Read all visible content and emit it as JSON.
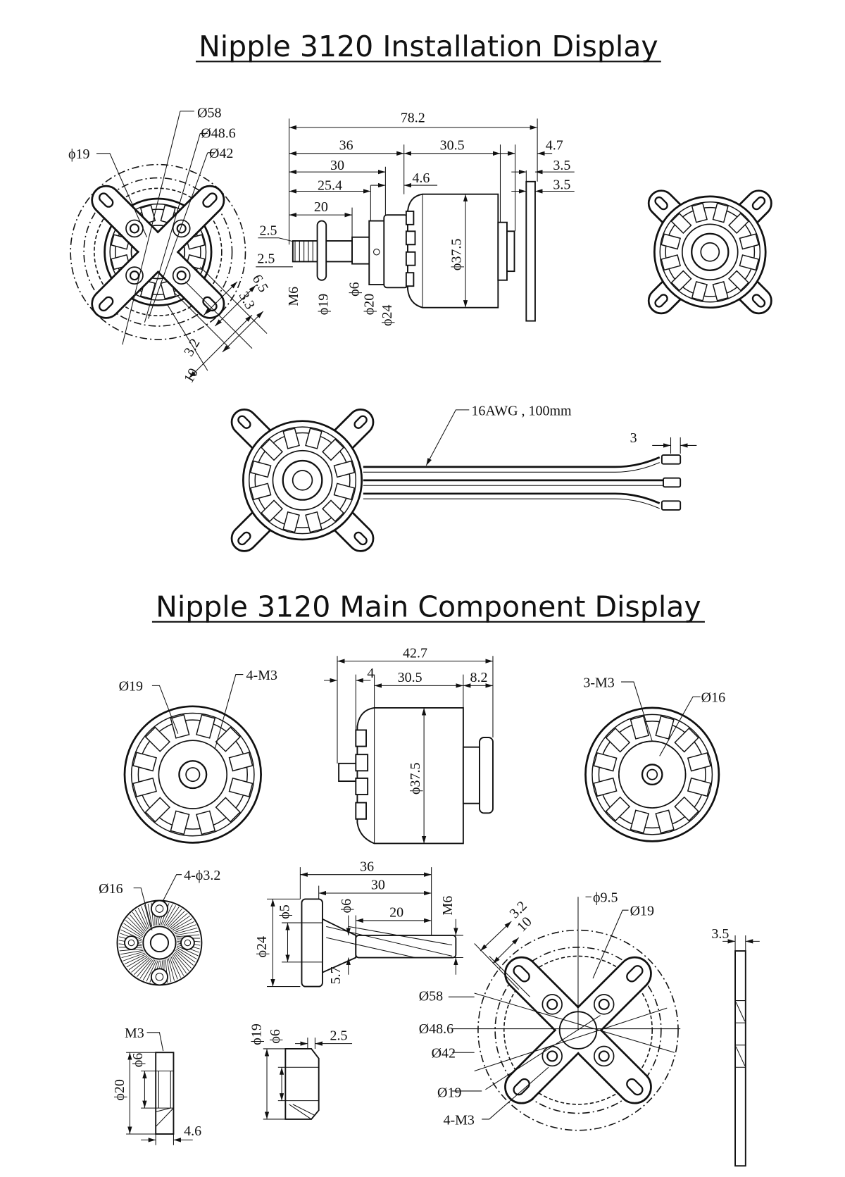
{
  "titles": {
    "installation": "Nipple 3120 Installation Display",
    "main_component": "Nipple 3120 Main Component Display"
  },
  "installation_front": {
    "d58": "Ø58",
    "d48_6": "Ø48.6",
    "d42": "Ø42",
    "d19": "ϕ19",
    "d2_5": "2.5",
    "d6_5": "6.5",
    "d3_3": "3.3",
    "d3_2": "3.2",
    "d10": "10"
  },
  "installation_side": {
    "l78_2": "78.2",
    "l36": "36",
    "l30_5": "30.5",
    "l4_7": "4.7",
    "l30": "30",
    "l3_5a": "3.5",
    "l25_4": "25.4",
    "l4_6": "4.6",
    "l3_5b": "3.5",
    "l20": "20",
    "l2_5": "2.5",
    "d37_5": "ϕ37.5",
    "m6": "M6",
    "d19": "ϕ19",
    "d6": "ϕ6",
    "d20": "ϕ20",
    "d24": "ϕ24"
  },
  "wire_view": {
    "wire": "16AWG , 100mm",
    "tip": "3"
  },
  "stator_front": {
    "d19": "Ø19",
    "m3": "4-M3"
  },
  "stator_side": {
    "l42_7": "42.7",
    "l4": "4",
    "l30_5": "30.5",
    "l8_2": "8.2",
    "d37_5": "ϕ37.5"
  },
  "stator_back": {
    "m3": "3-M3",
    "d16": "Ø16"
  },
  "prop_adapter": {
    "d16": "Ø16",
    "holes": "4-ϕ3.2"
  },
  "shaft": {
    "l36": "36",
    "l30": "30",
    "l20": "20",
    "m6": "M6",
    "d5": "ϕ5",
    "d6": "ϕ6",
    "d24": "ϕ24",
    "l5_7": "5.7"
  },
  "mount": {
    "l3_2": "3.2",
    "l10": "10",
    "d9_5": "ϕ9.5",
    "d19a": "Ø19",
    "d58": "Ø58",
    "d48_6": "Ø48.6",
    "d42": "Ø42",
    "d19b": "Ø19",
    "m3": "4-M3"
  },
  "plate_side": {
    "t3_5": "3.5"
  },
  "nut": {
    "m3": "M3",
    "d6": "ϕ6",
    "d20": "ϕ20",
    "l4_6": "4.6"
  },
  "washer": {
    "d19": "ϕ19",
    "d6": "ϕ6",
    "l2_5": "2.5"
  }
}
